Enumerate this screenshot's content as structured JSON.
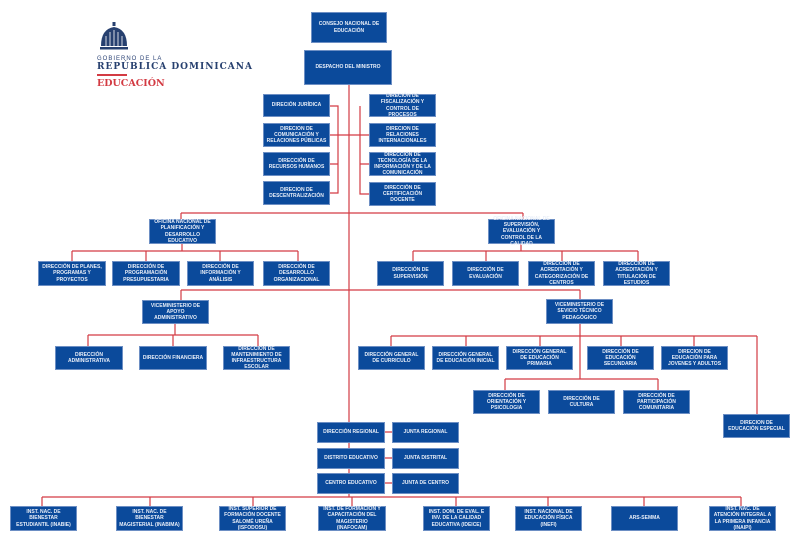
{
  "logo": {
    "line1": "GOBIERNO DE LA",
    "line2": "REPÚBLICA DOMINICANA",
    "line3": "EDUCACIÓN"
  },
  "colors": {
    "box": "#0b4a9b",
    "line": "#d33b43"
  },
  "top": {
    "consejo": "CONSEJO NACIONAL DE EDUCACIÓN",
    "despacho": "DESPACHO DEL MINISTRO"
  },
  "staff_left": [
    "DIRECIÓN JURÍDICA",
    "DIRECION DE COMUNICACIÓN Y RELACIONES PÚBLICAS",
    "DIRECCIÓN DE RECURSOS HUMANOS",
    "DIRECION DE DESCENTRALIZACIÓN"
  ],
  "staff_right": [
    "DIRECIÓN DE FISCALIZACIÓN Y CONTROL DE PROCESOS",
    "DIRECION DE RELACIONES INTERNACIONALES",
    "DIRECCIÓN DE TECNOLOGÍA DE LA INFORMACIÓN Y DE LA COMUNICACIÓN",
    "DIRECCIÓN DE CERTIFICACIÓN DOCENTE"
  ],
  "planificacion": {
    "title": "OFICINA NACIONAL DE PLANIFICACIÓN Y DESARROLLO EDUCATIVO",
    "children": [
      "DIRECCIÓN DE PLANES, PROGRAMAS Y PROYECTOS",
      "DIRECCIÓN DE PROGRAMACIÓN PRESUPUESTARIA",
      "DIRECCIÓN DE INFORMACIÓN Y ANÁLISIS",
      "DIRECCIÓN DE DESARROLLO ORGANIZACIONAL"
    ]
  },
  "supervision": {
    "title": "OFICINA NACIONAL DE SUPERVISIÓN, EVALUACIÓN Y CONTROL DE LA CALIDAD",
    "children": [
      "DIRECCIÓN DE SUPERVISIÓN",
      "DIRECCIÓN DE EVALUACIÓN",
      "DIRECCIÓN DE ACREDITACIÓN Y CATEGORIZACIÓN DE CENTROS",
      "DIRECCIÓN DE ACREDITACIÓN Y TITULACIÓN DE ESTUDIOS"
    ]
  },
  "vice_admin": {
    "title": "VICEMINISTERIO DE APOYO ADMINISTRATIVO",
    "children": [
      "DIRECCIÓN ADMINISTRATIVA",
      "DIRECCIÓN FINANCIERA",
      "DIRECCIÓN DE MANTENIMIENTO DE INFRAESTRUCTURA ESCOLAR"
    ]
  },
  "vice_tecnico": {
    "title": "VICEMINISTERIO DE SEVICIO TÉCNICO PEDAGÓGICO",
    "row1": [
      "DIRECCIÓN GENERAL DE CURRICULO",
      "DIRECCIÓN GENERAL DE EDUCACIÓN INICIAL",
      "DIRECCIÓN GENERAL DE EDUCACIÓN PRIMARIA",
      "DIRECCIÓN DE EDUCACIÓN SECUNDARIA",
      "DIRECION DE EDUCACIÓN PARA JOVENES Y ADULTOS"
    ],
    "row2": [
      "DIRECCIÓN DE ORIENTACIÓN Y PSICOLOGIA",
      "DIRECCIÓN DE CULTURA",
      "DIRECCIÓN DE PARTICIPACIÓN COMUNITARIA"
    ],
    "especial": "DIRECION DE EDUCACIÓN ESPECIAL"
  },
  "territorial": [
    {
      "unit": "DIRECCIÓN REGIONAL",
      "junta": "JUNTA REGIONAL"
    },
    {
      "unit": "DISTRITO EDUCATIVO",
      "junta": "JUNTA DISTRITAL"
    },
    {
      "unit": "CENTRO EDUCATIVO",
      "junta": "JUNTA DE CENTRO"
    }
  ],
  "institutes": [
    "INST. NAC. DE BIENESTAR ESTUDIANTIL (INABIE)",
    "INST. NAC. DE BIENESTAR MAGISTERIAL (INABIMA)",
    "INST. SUPERIOR DE FORMACIÓN DOCENTE SALOMÉ UREÑA (ISFODOSU)",
    "INST. DE FORMACIÓN Y CAPACITACIÓN DEL MAGISTERIO (INAFOCAM)",
    "INST. DOM. DE EVAL. E INV. DE LA CALIDAD EDUCATIVA (IDEICE)",
    "INST. NACIONAL DE EDUCACIÓN FÍSICA (INEFI)",
    "ARS-SEMMA",
    "INST. NAC. DE ATENCIÓN INTEGRAL A LA PRIMERA INFANCIA (INAIPI)"
  ]
}
